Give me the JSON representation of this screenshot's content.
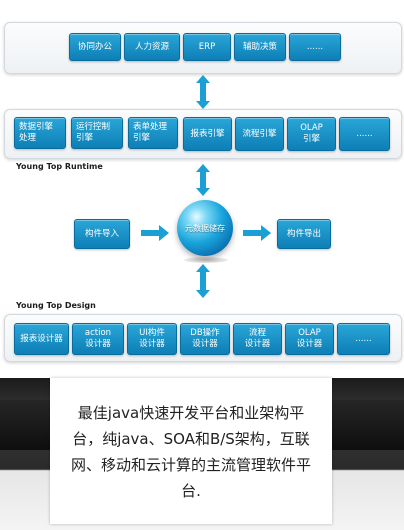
{
  "top_row": [
    "协同办公",
    "人力资源",
    "ERP",
    "辅助决策",
    "......"
  ],
  "runtime_row": [
    "数据引擎\n处理",
    "运行控制\n引擎",
    "表单处理\n引擎",
    "报表引擎",
    "流程引擎",
    "OLAP\n引擎",
    "......"
  ],
  "runtime_caption": "Young Top Runtime",
  "center": {
    "import_label": "构件导入",
    "orb_label": "元数据储存",
    "export_label": "构件导出"
  },
  "design_caption": "Young Top Design",
  "design_row": [
    "报表设计器",
    "action\n设计器",
    "UI构件\n设计器",
    "DB操作\n设计器",
    "流程\n设计器",
    "OLAP\n设计器",
    "......"
  ],
  "description": "最佳java快速开发平台和业架构平台，纯java、SOA和B/S架构，互联网、移动和云计算的主流管理软件平台.",
  "colors": {
    "button": "#1592c8",
    "arrow": "#1b9fd5"
  }
}
